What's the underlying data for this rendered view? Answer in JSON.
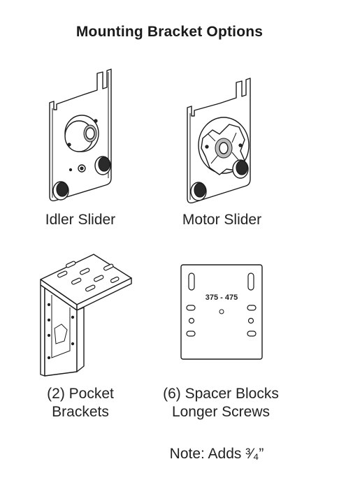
{
  "title": "Mounting Bracket Options",
  "items": [
    {
      "caption": "Idler Slider",
      "icon": "idler-slider-bracket"
    },
    {
      "caption": "Motor Slider",
      "icon": "motor-slider-bracket"
    },
    {
      "caption_lines": [
        "(2) Pocket",
        "Brackets"
      ],
      "icon": "pocket-bracket"
    },
    {
      "caption_lines": [
        "(6) Spacer Blocks",
        "Longer Screws"
      ],
      "icon": "spacer-block-plate",
      "plate_label": "375 - 475"
    }
  ],
  "note": "Note: Adds ³⁄₄”"
}
